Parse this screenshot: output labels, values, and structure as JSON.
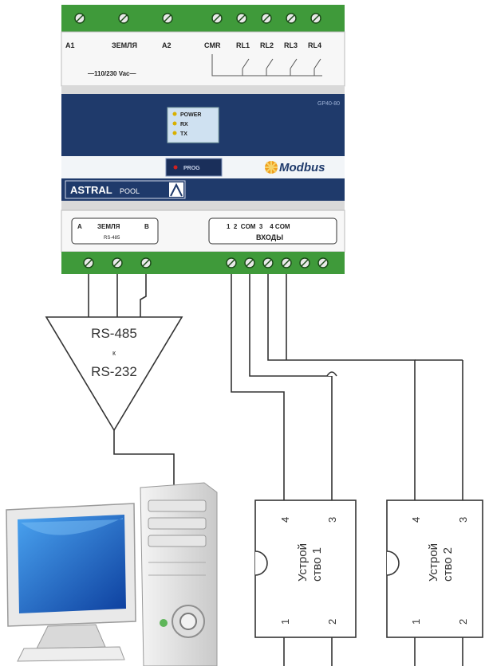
{
  "module": {
    "top_labels": [
      "A1",
      "ЗЕМЛЯ",
      "A2",
      "CMR",
      "RL1",
      "RL2",
      "RL3",
      "RL4"
    ],
    "voltage": "—110/230 Vac—",
    "model": "GP40-80",
    "leds": [
      "POWER",
      "RX",
      "TX"
    ],
    "prog": "PROG",
    "modbus": "Modbus",
    "brand_main": "ASTRAL",
    "brand_sub": "POOL",
    "rs485_box": {
      "a": "A",
      "ground": "ЗЕМЛЯ",
      "b": "B",
      "sub": "RS-485"
    },
    "inputs_box": {
      "top": "1  2  COM  3    4 COM",
      "bottom": "ВХОДЫ"
    }
  },
  "converter": {
    "line1": "RS-485",
    "line2": "к",
    "line3": "RS-232"
  },
  "devices": [
    {
      "name_line1": "Устрой",
      "name_line2": "ство 1",
      "pin_top_left": "4",
      "pin_top_right": "3",
      "pin_bottom_left": "1",
      "pin_bottom_right": "2"
    },
    {
      "name_line1": "Устрой",
      "name_line2": "ство 2",
      "pin_top_left": "4",
      "pin_top_right": "3",
      "pin_bottom_left": "1",
      "pin_bottom_right": "2"
    }
  ],
  "colors": {
    "terminal_green": "#3f9a3a",
    "panel_blue": "#1f3a6b",
    "monitor_blue": "#1c6fd0",
    "modbus_orange": "#f0a020"
  }
}
